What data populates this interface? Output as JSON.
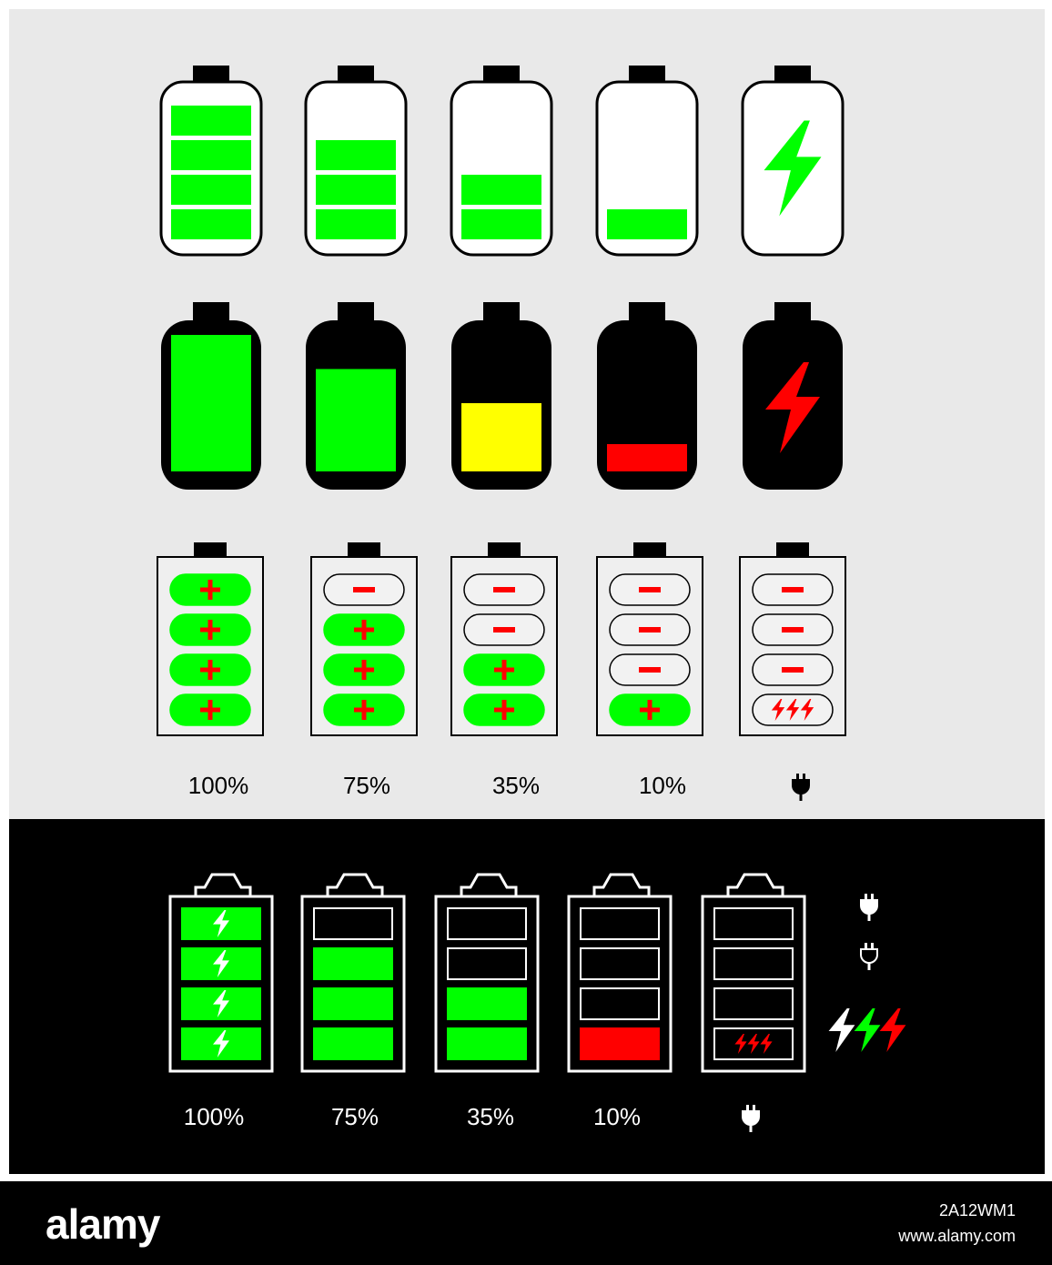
{
  "colors": {
    "green": "#00ff00",
    "yellow": "#ffff00",
    "red": "#ff0000",
    "top_background": "#e9e9e9",
    "bottom_background": "#000000"
  },
  "top_row_labels": [
    "100%",
    "75%",
    "35%",
    "10%"
  ],
  "top_plug_icon": "plug-icon",
  "bottom_row_labels": [
    "100%",
    "75%",
    "35%",
    "10%"
  ],
  "bottom_plug_icon": "plug-icon",
  "rows": {
    "outline_rounded": [
      {
        "level": 4,
        "charging": false
      },
      {
        "level": 3,
        "charging": false
      },
      {
        "level": 2,
        "charging": false
      },
      {
        "level": 1,
        "charging": false
      },
      {
        "level": 0,
        "charging": true
      }
    ],
    "solid_black": [
      {
        "fill_fraction": 1.0,
        "fill_color": "green",
        "charging": false
      },
      {
        "fill_fraction": 0.75,
        "fill_color": "green",
        "charging": false
      },
      {
        "fill_fraction": 0.5,
        "fill_color": "yellow",
        "charging": false
      },
      {
        "fill_fraction": 0.2,
        "fill_color": "red",
        "charging": false
      },
      {
        "fill_fraction": 0,
        "fill_color": "red",
        "charging": true
      }
    ],
    "pill_cells": [
      {
        "charged_cells": 4,
        "charging": false
      },
      {
        "charged_cells": 3,
        "charging": false
      },
      {
        "charged_cells": 2,
        "charging": false
      },
      {
        "charged_cells": 1,
        "charging": false
      },
      {
        "charged_cells": 0,
        "charging": true
      }
    ],
    "dark_outline": [
      {
        "filled_cells": 4,
        "fill_color": "green",
        "charging": true
      },
      {
        "filled_cells": 3,
        "fill_color": "green",
        "charging": false
      },
      {
        "filled_cells": 2,
        "fill_color": "green",
        "charging": false
      },
      {
        "filled_cells": 1,
        "fill_color": "red",
        "charging": false
      },
      {
        "filled_cells": 0,
        "fill_color": "red",
        "charging": true
      }
    ]
  },
  "side_icons": [
    "plug-filled-icon",
    "plug-outline-icon",
    "lightning-bolts-icon"
  ],
  "footer": {
    "logo": "alamy",
    "image_id": "2A12WM1",
    "url": "www.alamy.com"
  }
}
